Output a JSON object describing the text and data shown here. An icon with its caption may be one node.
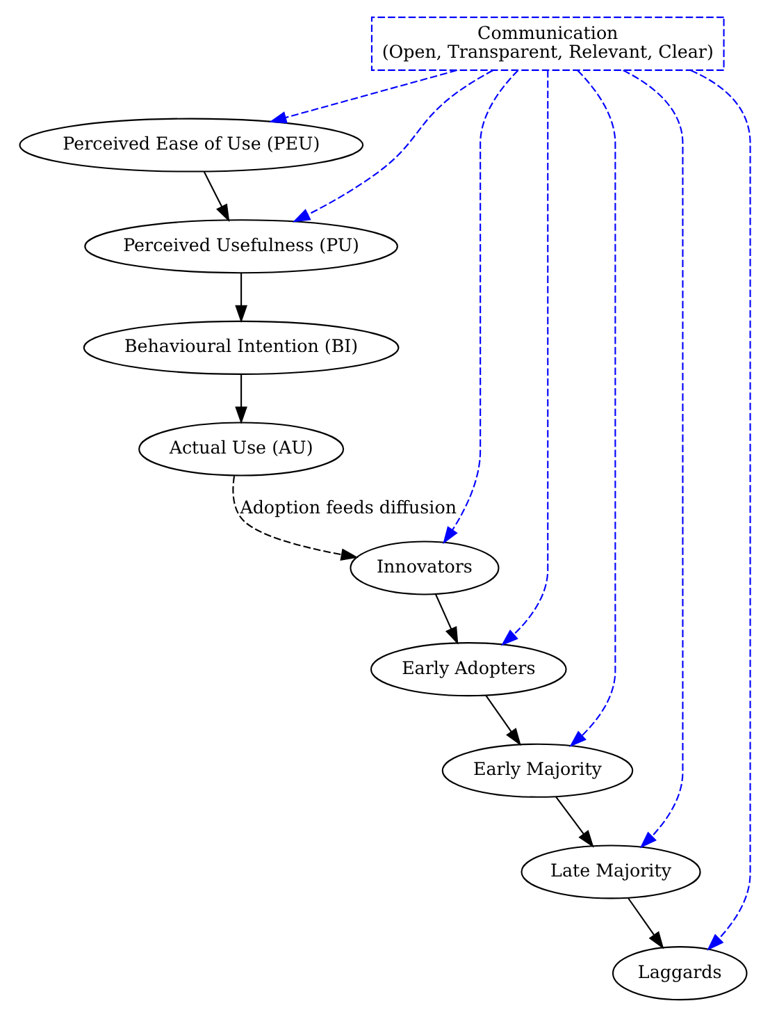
{
  "diagram": {
    "nodes": [
      {
        "text": [
          "Communication",
          "(Open, Transparent, Relevant, Clear)"
        ]
      },
      {
        "text": [
          "Perceived Ease of Use (PEU)"
        ]
      },
      {
        "text": [
          "Perceived Usefulness (PU)"
        ]
      },
      {
        "text": [
          "Behavioural Intention (BI)"
        ]
      },
      {
        "text": [
          "Actual Use (AU)"
        ]
      },
      {
        "text": [
          "Innovators"
        ]
      },
      {
        "text": [
          "Early Adopters"
        ]
      },
      {
        "text": [
          "Early Majority"
        ]
      },
      {
        "text": [
          "Late Majority"
        ]
      },
      {
        "text": [
          "Laggards"
        ]
      }
    ],
    "edges": [
      {
        "from": 1,
        "to": 2,
        "arrow": "to"
      },
      {
        "from": 2,
        "to": 3,
        "arrow": "to"
      },
      {
        "from": 3,
        "to": 4,
        "arrow": "to"
      },
      {
        "from": 4,
        "to": 5,
        "arrow": "to",
        "label": "Adoption feeds diffusion",
        "style": "dashed"
      },
      {
        "from": 5,
        "to": 6,
        "arrow": "to"
      },
      {
        "from": 6,
        "to": 7,
        "arrow": "to"
      },
      {
        "from": 7,
        "to": 8,
        "arrow": "to"
      },
      {
        "from": 8,
        "to": 9,
        "arrow": "to"
      },
      {
        "from": 0,
        "to": 1,
        "arrow": "to",
        "style": "dashed",
        "color": "#0000ff"
      },
      {
        "from": 0,
        "to": 2,
        "arrow": "to",
        "style": "dashed",
        "color": "#0000ff"
      },
      {
        "from": 0,
        "to": 5,
        "arrow": "to",
        "style": "dashed",
        "color": "#0000ff"
      },
      {
        "from": 0,
        "to": 6,
        "arrow": "to",
        "style": "dashed",
        "color": "#0000ff"
      },
      {
        "from": 0,
        "to": 7,
        "arrow": "to",
        "style": "dashed",
        "color": "#0000ff"
      },
      {
        "from": 0,
        "to": 8,
        "arrow": "to",
        "style": "dashed",
        "color": "#0000ff"
      },
      {
        "from": 0,
        "to": 9,
        "arrow": "to",
        "style": "dashed",
        "color": "#0000ff"
      }
    ]
  }
}
